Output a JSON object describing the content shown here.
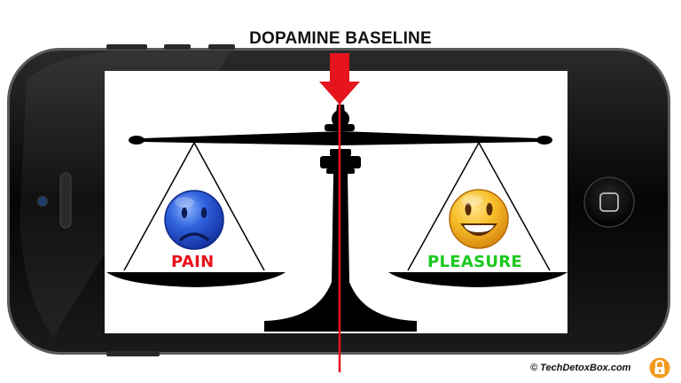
{
  "title": "DOPAMINE BASELINE",
  "pan_left_label": "PAIN",
  "pan_right_label": "PLEASURE",
  "credit": {
    "symbol": "©",
    "text": "TechDetoxBox.com"
  },
  "colors": {
    "phone_body": "#0b0b0b",
    "screen": "#ffffff",
    "baseline_line": "#e5141d",
    "pain_text": "#e8121b",
    "pleasure_text": "#19c81c",
    "sad_face": "#2a5bd7",
    "happy_face": "#f6b21c",
    "lock": "#f39a1e"
  },
  "icons": [
    "sad-face-icon",
    "happy-face-icon",
    "arrow-down-icon",
    "lock-icon",
    "home-button-icon",
    "camera-icon",
    "speaker-icon"
  ]
}
